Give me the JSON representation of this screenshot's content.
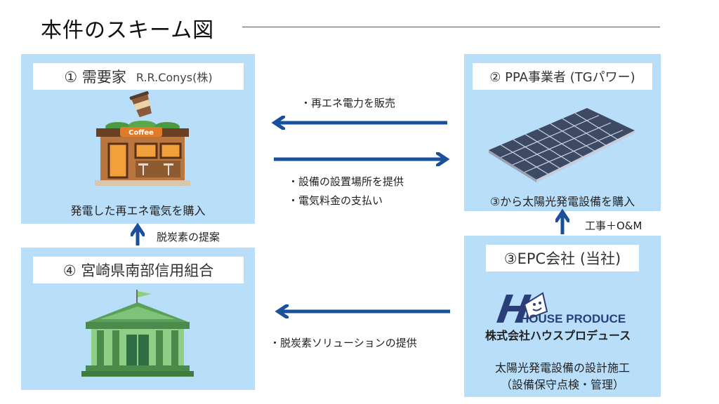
{
  "title": "本件のスキーム図",
  "nodes": {
    "customer": {
      "label_main": "① 需要家",
      "label_sub": "R.R.Conys(株)",
      "caption": "発電した再エネ電気を購入",
      "sign_text": "Coffee"
    },
    "ppa": {
      "label": "② PPA事業者 (TGパワー)",
      "caption": "③から太陽光発電設備を購入"
    },
    "bank": {
      "label": "④ 宮崎県南部信用組合"
    },
    "epc": {
      "label": "③EPC会社 (当社)",
      "logo_en": "HOUSE PRODUCE",
      "logo_jp": "株式会社ハウスプロデュース",
      "caption_line1": "太陽光発電設備の設計施工",
      "caption_line2": "（設備保守点検・管理）"
    }
  },
  "edges": {
    "ppa_to_customer": "・再エネ電力を販売",
    "customer_to_ppa_line1": "・設備の設置場所を提供",
    "customer_to_ppa_line2": "・電気料金の支払い",
    "bank_to_customer": "脱炭素の提案",
    "epc_to_ppa": "工事＋O&M",
    "epc_to_bank": "・脱炭素ソリューションの提供"
  },
  "colors": {
    "panel": "#b9defa",
    "arrow": "#1a4f9c",
    "logo_navy": "#2a3f7a"
  }
}
